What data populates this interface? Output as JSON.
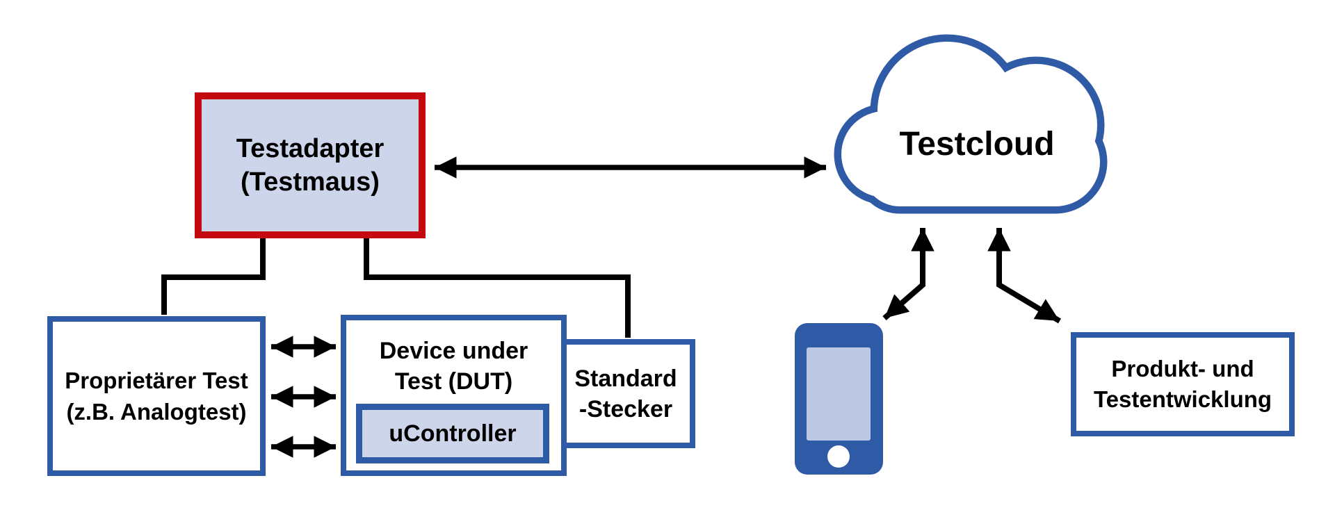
{
  "colors": {
    "accent_blue": "#2E5AA6",
    "red": "#C40810",
    "fill_light": "#CCD5EA",
    "screen_blue": "#BDC8E4",
    "arrow_black": "#000000"
  },
  "nodes": {
    "testadapter": {
      "line1": "Testadapter",
      "line2": "(Testmaus)"
    },
    "proprietaerer_test": {
      "line1": "Proprietärer Test",
      "line2": "(z.B. Analogtest)"
    },
    "device_under_test": {
      "line1": "Device under",
      "line2": "Test (DUT)"
    },
    "ucontroller": {
      "label": "uController"
    },
    "standard_stecker": {
      "line1": "Standard",
      "line2": "-Stecker"
    },
    "testcloud": {
      "label": "Testcloud"
    },
    "produkt_testentwicklung": {
      "line1": "Produkt- und",
      "line2": "Testentwicklung"
    }
  },
  "icons": {
    "smartphone": "smartphone-icon",
    "cloud": "cloud-icon"
  }
}
